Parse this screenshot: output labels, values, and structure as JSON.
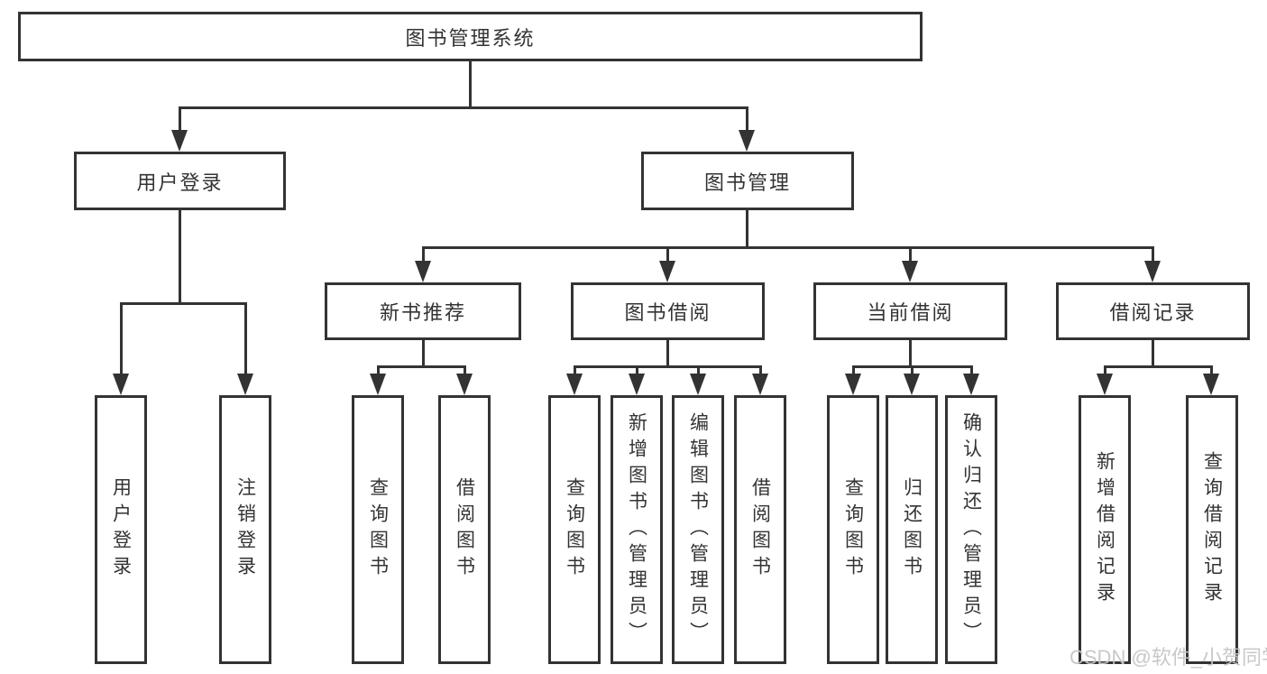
{
  "diagram": {
    "root": {
      "label": "图书管理系统"
    },
    "user_login": {
      "label": "用户登录",
      "children": [
        "用户登录",
        "注销登录"
      ]
    },
    "book_mgmt": {
      "label": "图书管理",
      "sections": {
        "new_book": {
          "label": "新书推荐",
          "children": [
            "查询图书",
            "借阅图书"
          ]
        },
        "borrow": {
          "label": "图书借阅",
          "children": [
            "查询图书",
            "新增图书（管理员）",
            "编辑图书（管理员）",
            "借阅图书"
          ]
        },
        "current": {
          "label": "当前借阅",
          "children": [
            "查询图书",
            "归还图书",
            "确认归还（管理员）"
          ]
        },
        "records": {
          "label": "借阅记录",
          "children": [
            "新增借阅记录",
            "查询借阅记录"
          ]
        }
      }
    }
  },
  "watermark": {
    "text": "CSDN @软件_小贺同学"
  },
  "colors": {
    "line": "#333333",
    "box_background": "#ffffff",
    "text": "#333333",
    "watermark": "#c5c5c5"
  }
}
